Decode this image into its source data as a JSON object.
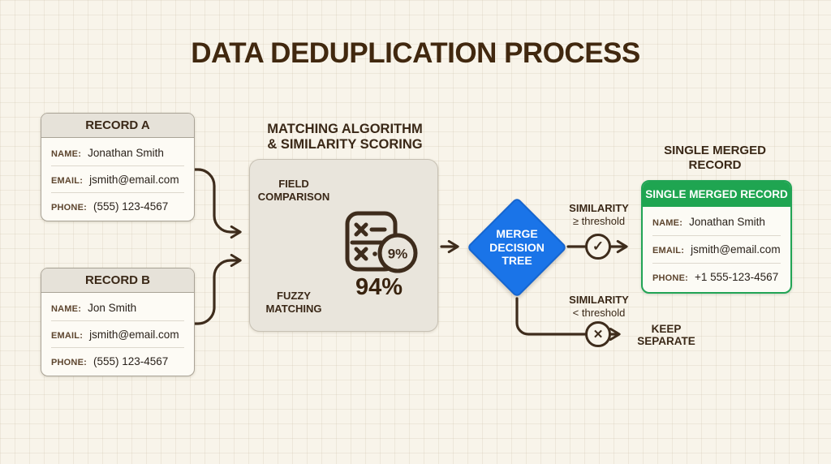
{
  "title": "DATA DEDUPLICATION PROCESS",
  "colors": {
    "background": "#f8f4ea",
    "ink": "#3e2c1c",
    "diamond_blue": "#1a74e8",
    "merged_green": "#1fa551",
    "box_fill": "#e9e5dc",
    "card_fill": "#fdfbf5",
    "card_header_fill": "#e6e2d9"
  },
  "records": {
    "a": {
      "header": "RECORD A",
      "rows": [
        {
          "label": "NAME:",
          "value": "Jonathan Smith"
        },
        {
          "label": "EMAIL:",
          "value": "jsmith@email.com"
        },
        {
          "label": "PHONE:",
          "value": "(555) 123-4567"
        }
      ]
    },
    "b": {
      "header": "RECORD B",
      "rows": [
        {
          "label": "NAME:",
          "value": "Jon Smith"
        },
        {
          "label": "EMAIL:",
          "value": "jsmith@email.com"
        },
        {
          "label": "PHONE:",
          "value": "(555) 123-4567"
        }
      ]
    }
  },
  "matching": {
    "title_lines": [
      "MATCHING ALGORITHM",
      "& SIMILARITY SCORING"
    ],
    "inputs": [
      "FIELD COMPARISON",
      "FUZZY MATCHING"
    ],
    "icon": "calculator-percentage-icon",
    "badge": "9%",
    "score": "94%"
  },
  "decision": {
    "icon": "decision-diamond",
    "lines": [
      "MERGE",
      "DECISION",
      "TREE"
    ]
  },
  "branches": {
    "yes": {
      "line1": "SIMILARITY",
      "line2": "≥ threshold",
      "icon": "check-icon",
      "glyph": "✓"
    },
    "no": {
      "line1": "SIMILARITY",
      "line2": "< threshold",
      "icon": "x-icon",
      "glyph": "✕",
      "outcome_lines": [
        "KEEP",
        "SEPARATE"
      ]
    }
  },
  "merged": {
    "section_title_lines": [
      "SINGLE MERGED",
      "RECORD"
    ],
    "header": "SINGLE MERGED RECORD",
    "rows": [
      {
        "label": "NAME:",
        "value": "Jonathan Smith"
      },
      {
        "label": "EMAIL:",
        "value": "jsmith@email.com"
      },
      {
        "label": "PHONE:",
        "value": "+1 555-123-4567"
      }
    ]
  }
}
